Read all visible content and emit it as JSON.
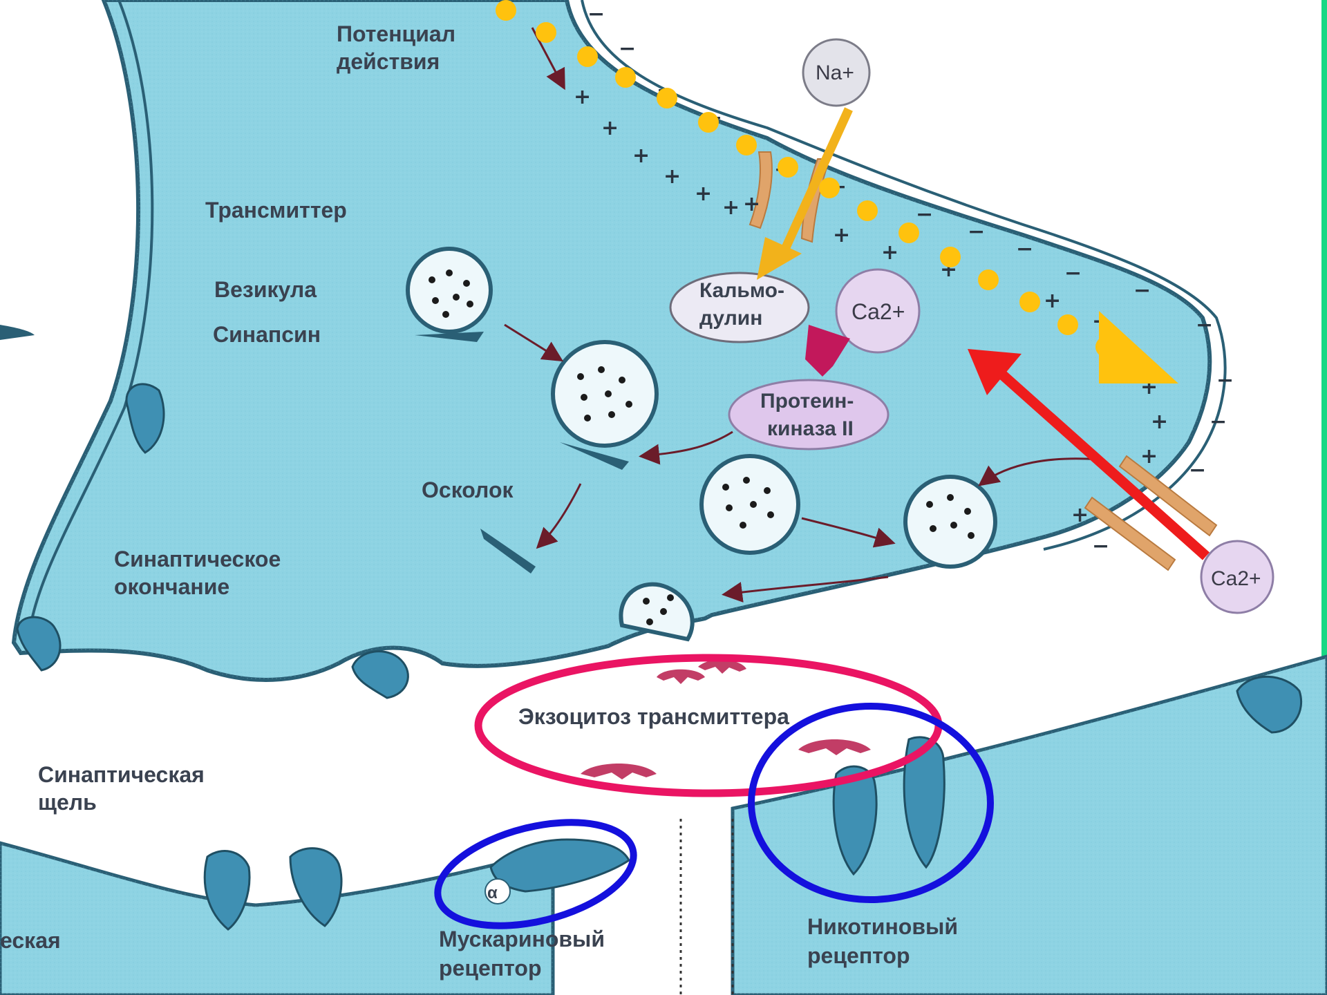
{
  "labels": {
    "action_potential_1": "Потенциал",
    "action_potential_2": "действия",
    "transmitter": "Трансмиттер",
    "vesicle": "Везикула",
    "synapsin": "Синапсин",
    "fragment": "Осколок",
    "terminal_1": "Синаптическое",
    "terminal_2": "окончание",
    "calmodulin_1": "Кальмо-",
    "calmodulin_2": "дулин",
    "kinase_1": "Протеин-",
    "kinase_2": "киназа II",
    "exocytosis": "Экзоцитоз трансмиттера",
    "cleft_1": "Синаптическая",
    "cleft_2": "щель",
    "partial_left": "еская",
    "muscarinic_1": "Мускариновый",
    "muscarinic_2": "рецептор",
    "nicotinic_1": "Никотиновый",
    "nicotinic_2": "рецептор",
    "muscarinic_symbol": "α"
  },
  "ions": {
    "na": "Na+",
    "ca_inner": "Ca2+",
    "ca_outer": "Ca2+"
  },
  "colors": {
    "cytoplasm": "#8ed3e3",
    "membrane": "#2a5f75",
    "receptor": "#3f90b3",
    "channel": "#e0a46a",
    "ion_bubble": "#e6d6f0",
    "calmodulin_fill": "#eceaf4",
    "kinase_fill": "#dfc7ec",
    "transmitter_mark": "#c23d66",
    "dotted_arrow": "#ffc20e",
    "solid_arrow_yellow": "#f2b21b",
    "red_arrow": "#ee1c1c",
    "pink_ellipse": "#ea1463",
    "blue_ellipse": "#1410dd",
    "right_edge": "#18d884"
  }
}
